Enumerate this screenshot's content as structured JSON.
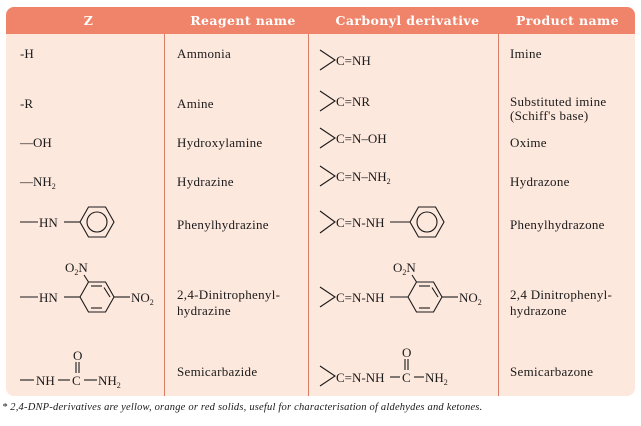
{
  "headers": [
    "Z",
    "Reagent name",
    "Carbonyl derivative",
    "Product name"
  ],
  "rows": [
    {
      "z": "-H",
      "reagent": "Ammonia",
      "derivative": "C=NH",
      "product": "Imine"
    },
    {
      "z": "-R",
      "reagent": "Amine",
      "derivative": "C=NR",
      "product": "Substituted imine (Schiff's base)"
    },
    {
      "z": "—OH",
      "reagent": "Hydroxylamine",
      "derivative": "C=N–OH",
      "product": "Oxime"
    },
    {
      "z": "—NH2",
      "reagent": "Hydrazine",
      "derivative": "C=N–NH2",
      "product": "Hydrazone"
    },
    {
      "z": "—HN–C6H5",
      "reagent": "Phenylhydrazine",
      "derivative": "C=N-NH–C6H5",
      "product": "Phenylhydrazone"
    },
    {
      "z": "—HN–C6H3(NO2)2",
      "reagent": "2,4-Dinitrophenyl-hydrazine",
      "derivative": "C=N-NH–C6H3(NO2)2",
      "product": "2,4 Dinitrophenyl-hydrazone"
    },
    {
      "z": "—NH–C(=O)–NH2",
      "reagent": "Semicarbazide",
      "derivative": "C=N-NH–C(=O)–NH2",
      "product": "Semicarbazone"
    }
  ],
  "labels": {
    "z_h": "-H",
    "z_r": "-R",
    "z_oh": "—OH",
    "z_nh2": "—NH",
    "sub2": "2",
    "hn": "HN",
    "nh": "NH",
    "no2_no": "NO",
    "o2n_o": "O",
    "o2n_n": "N",
    "c_eq_nh": "C=NH",
    "c_eq_nr": "C=NR",
    "c_eq_noh": "C=N–OH",
    "c_eq_nnh": "C=N–NH",
    "c_eq_n_nh": "C=N-NH",
    "o": "O",
    "c": "C",
    "r1_reagent": "Ammonia",
    "r2_reagent": "Amine",
    "r3_reagent": "Hydroxylamine",
    "r4_reagent": "Hydrazine",
    "r5_reagent": "Phenylhydrazine",
    "r6_reagent_l1": "2,4-Dinitrophenyl-",
    "r6_reagent_l2": "hydrazine",
    "r7_reagent": "Semicarbazide",
    "r1_product": "Imine",
    "r2_product_l1": "Substituted imine",
    "r2_product_l2": "(Schiff's base)",
    "r3_product": "Oxime",
    "r4_product": "Hydrazone",
    "r5_product": "Phenylhydrazone",
    "r6_product_l1": "2,4 Dinitrophenyl-",
    "r6_product_l2": "hydrazone",
    "r7_product": "Semicarbazone"
  },
  "footnote": "* 2,4-DNP-derivatives are yellow, orange or red solids, useful for characterisation of aldehydes and ketones.",
  "colors": {
    "header_bg": "#f0846a",
    "body_bg": "#fde8dd",
    "rule": "#d77e6a"
  }
}
